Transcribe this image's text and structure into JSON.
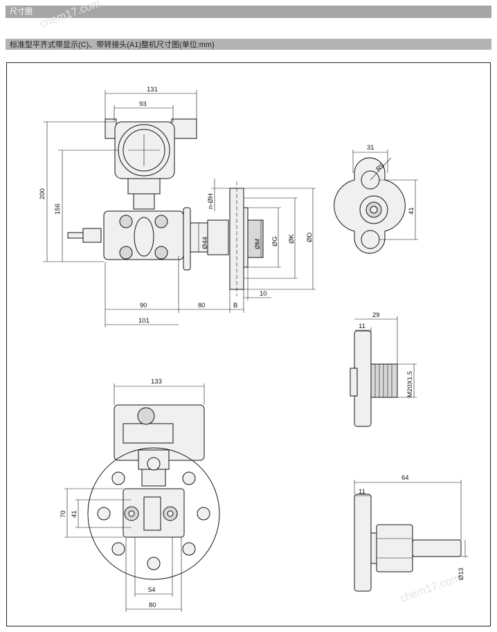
{
  "header": {
    "section_title": "尺寸图",
    "subtitle": "标准型平齐式带显示(C)、带转接头(A1)整机尺寸图(单位:mm)"
  },
  "watermark": "chem17.com",
  "dimensions": {
    "side_view": {
      "d131": "131",
      "d93": "93",
      "d200": "200",
      "d156": "156",
      "d90": "90",
      "d80": "80",
      "dB": "B",
      "d101": "101",
      "d10": "10",
      "nH": "n-ØH",
      "d44": "Ø44",
      "dM": "ØM",
      "dG": "ØG",
      "dK": "ØK",
      "dD": "ØD"
    },
    "flange_top": {
      "d31": "31",
      "dR9": "R9",
      "d41": "41"
    },
    "adapter_side": {
      "d29": "29",
      "d11": "11",
      "thread": "M20X1.5"
    },
    "front_view": {
      "d133": "133",
      "d70": "70",
      "d41": "41",
      "d54": "54",
      "d80": "80"
    },
    "adapter_long": {
      "d64": "64",
      "d11": "11",
      "d13": "Ø13"
    }
  }
}
